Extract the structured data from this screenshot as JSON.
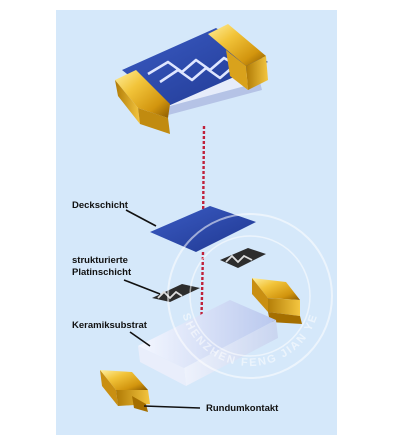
{
  "labels": {
    "deckschicht": "Deckschicht",
    "platin_line1": "strukturierte",
    "platin_line2": "Platinschicht",
    "keramik": "Keramiksubstrat",
    "rundum": "Rundumkontakt"
  },
  "watermark": {
    "text": "SHENZHEN FENG JIAN YE"
  },
  "colors": {
    "panel": "#d5e8fa",
    "blue_layer": "#2b47a8",
    "gold": "#e8b21c",
    "substrate": "#dfe7f7",
    "axis": "#c0203a"
  }
}
